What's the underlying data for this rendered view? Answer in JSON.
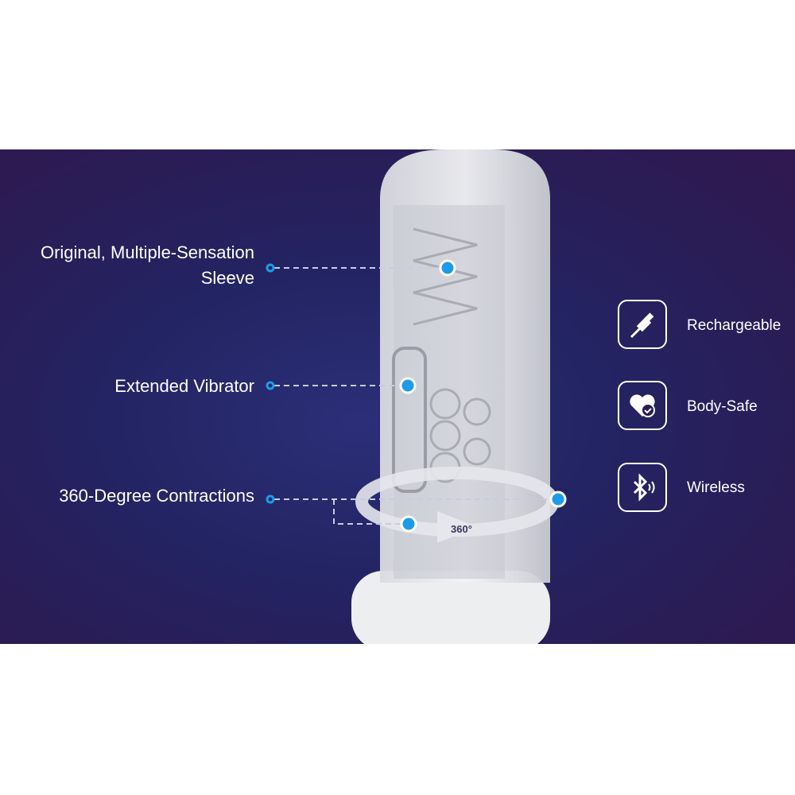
{
  "callouts": [
    {
      "label_line1": "Original, Multiple-Sensation",
      "label_line2": "Sleeve"
    },
    {
      "label": "Extended Vibrator"
    },
    {
      "label": "360-Degree Contractions"
    }
  ],
  "rotation_badge": "360°",
  "features": [
    {
      "icon": "usb-cable-icon",
      "label": "Rechargeable"
    },
    {
      "icon": "heart-check-icon",
      "label": "Body-Safe"
    },
    {
      "icon": "bluetooth-icon",
      "label": "Wireless"
    }
  ],
  "colors": {
    "accent": "#1e9be8",
    "bg_left": "#232463",
    "bg_right": "#31184f"
  }
}
